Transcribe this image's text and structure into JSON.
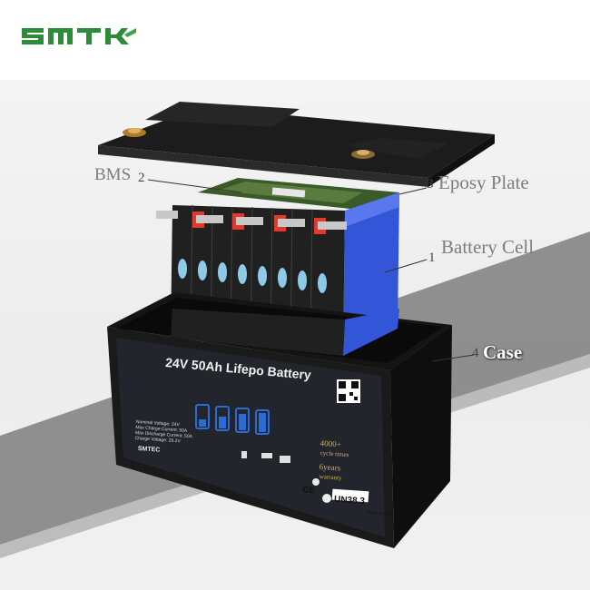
{
  "logo": {
    "text": "SMTK",
    "color": "#2e8b3a"
  },
  "callouts": {
    "bms": {
      "label": "BMS",
      "number": "2"
    },
    "plate": {
      "label": "Eposy Plate",
      "number": "3"
    },
    "cell": {
      "label": "Battery Cell",
      "number": "1"
    },
    "case": {
      "label": "Case",
      "number": "4"
    }
  },
  "front_panel": {
    "title": "24V 50Ah Lifepo  Battery",
    "brand": "SMTEC",
    "cycle_life": "4000+",
    "cycle_life_caption": "cycle times",
    "warranty": "6years",
    "warranty_caption": "warranty",
    "certification": "UN38.3",
    "ce_mark": "CE",
    "made_in": "Made in China",
    "spec_lines": [
      "Nominal Voltage: 24V",
      "Max Charge Current: 50A",
      "Max Discharge Current: 50A",
      "Charge Voltage: 29.2V"
    ]
  },
  "colors": {
    "cell_blue": "#3355d8",
    "tab_red": "#e23a2a",
    "case_black": "#151515",
    "logo_green": "#2e8b3a",
    "label_grey": "#7d7d7d"
  }
}
